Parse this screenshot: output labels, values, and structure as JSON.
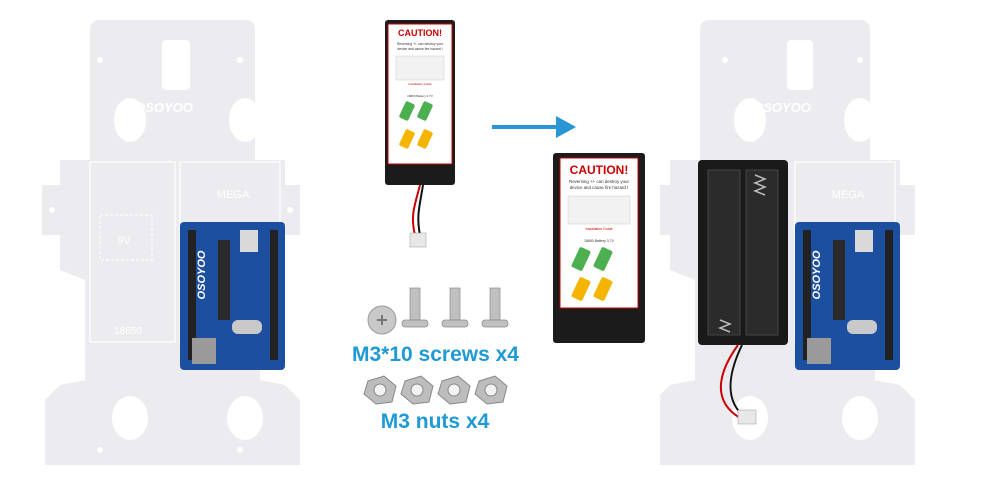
{
  "left_chassis": {
    "brand": "OSOYOO",
    "mega_label": "MEGA",
    "battery_9v_label": "9V",
    "battery_18650_label": "18650",
    "board_brand": "OSOYOO"
  },
  "battery_box_small": {
    "caution_title": "CAUTION!",
    "caution_text_1": "Reversing +/- can destroy your",
    "caution_text_2": "device and cause fire hazard !",
    "install_guide": "Installation Guide",
    "battery_type": "18650 Battery 3.7V"
  },
  "battery_box_large": {
    "caution_title": "CAUTION!",
    "caution_text_1": "Reversing +/- can destroy your",
    "caution_text_2": "device and cause fire hazard !",
    "install_guide": "Installation Guide",
    "battery_type": "18650 Battery 3.7V"
  },
  "screws_caption": "M3*10 screws x4",
  "nuts_caption": "M3 nuts x4",
  "right_chassis": {
    "brand": "OSOYOO",
    "mega_label": "MEGA",
    "board_brand": "OSOYOO"
  },
  "colors": {
    "accent": "#1e9ad6",
    "arrow": "#2a95d5",
    "chassis": "#ececf0",
    "board": "#1d4fa0",
    "battery_box": "#1b1b1b"
  }
}
